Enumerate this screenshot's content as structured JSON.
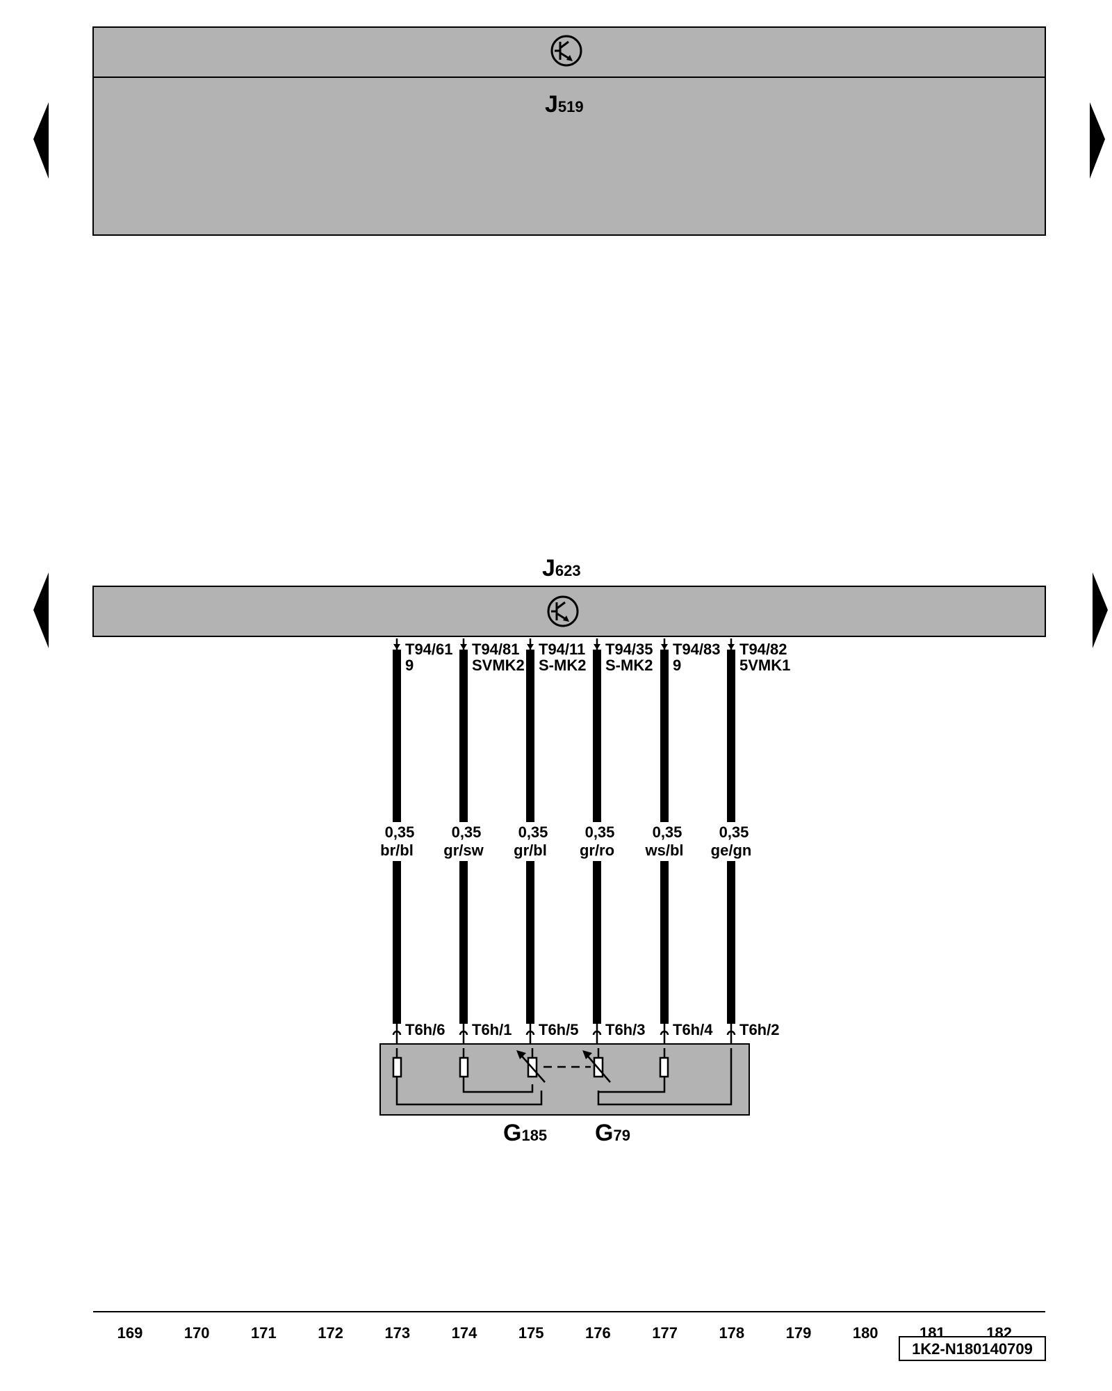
{
  "top_module": {
    "letter": "J",
    "number": "519",
    "icon": "transistor-symbol-icon"
  },
  "engine_module": {
    "letter": "J",
    "number": "623",
    "icon": "transistor-symbol-icon"
  },
  "nav": {
    "prev_icon": "triangle-left-icon",
    "next_icon": "triangle-right-icon"
  },
  "wires": [
    {
      "pin": "T94/61",
      "code": "9",
      "size": "0,35",
      "color": "br/bl",
      "conn": "T6h/6"
    },
    {
      "pin": "T94/81",
      "code": "SVMK2",
      "size": "0,35",
      "color": "gr/sw",
      "conn": "T6h/1"
    },
    {
      "pin": "T94/11",
      "code": "S-MK2",
      "size": "0,35",
      "color": "gr/bl",
      "conn": "T6h/5"
    },
    {
      "pin": "T94/35",
      "code": "S-MK2",
      "size": "0,35",
      "color": "gr/ro",
      "conn": "T6h/3"
    },
    {
      "pin": "T94/83",
      "code": "9",
      "size": "0,35",
      "color": "ws/bl",
      "conn": "T6h/4"
    },
    {
      "pin": "T94/82",
      "code": "5VMK1",
      "size": "0,35",
      "color": "ge/gn",
      "conn": "T6h/2"
    }
  ],
  "sensors": [
    {
      "letter": "G",
      "number": "185"
    },
    {
      "letter": "G",
      "number": "79"
    }
  ],
  "columns": [
    "169",
    "170",
    "171",
    "172",
    "173",
    "174",
    "175",
    "176",
    "177",
    "178",
    "179",
    "180",
    "181",
    "182"
  ],
  "reference": "1K2-N180140709"
}
